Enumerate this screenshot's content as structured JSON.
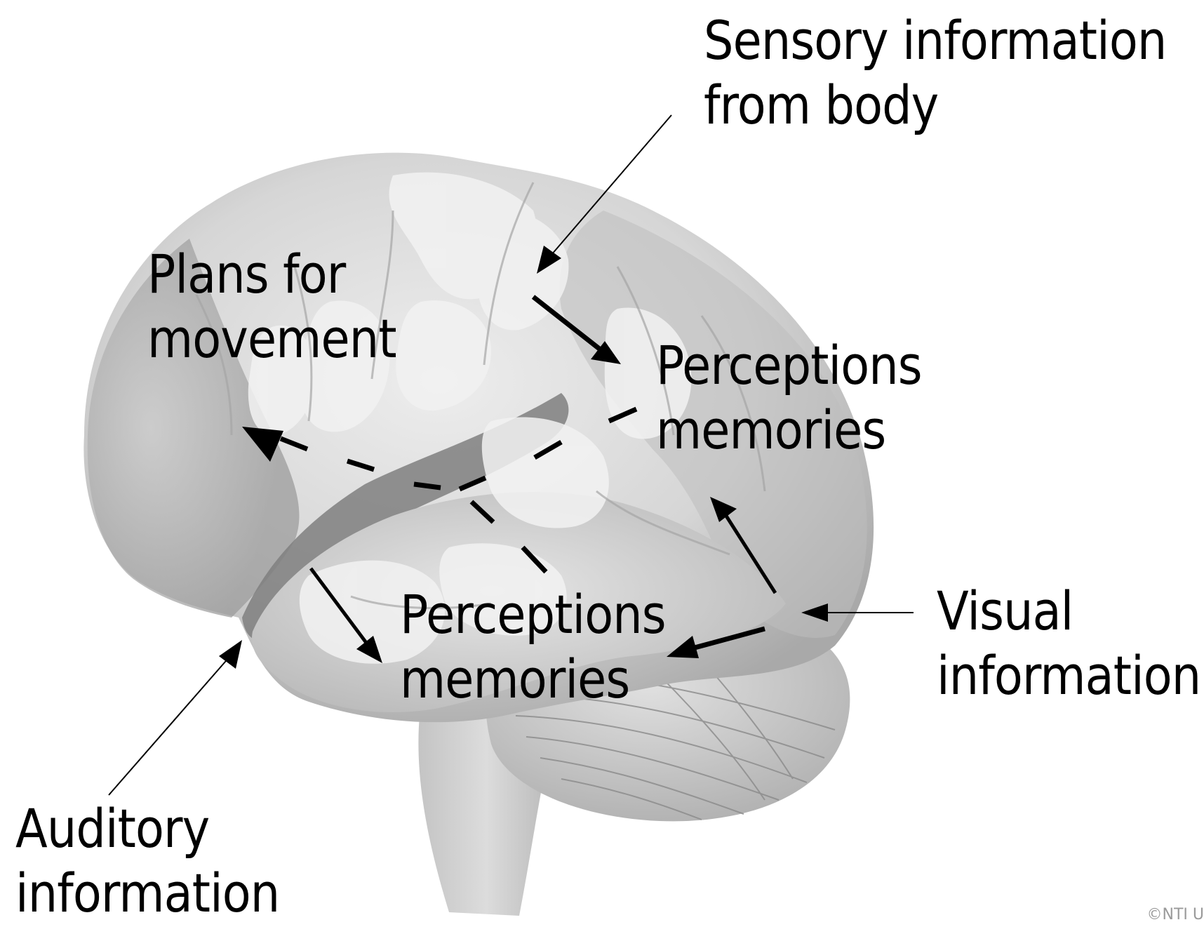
{
  "labels": {
    "sensory": {
      "line1": "Sensory information",
      "line2": "from body"
    },
    "plans": {
      "line1": "Plans for",
      "line2": "movement"
    },
    "perceptions_upper": {
      "line1": "Perceptions",
      "line2": "memories"
    },
    "perceptions_lower": {
      "line1": "Perceptions",
      "line2": "memories"
    },
    "visual": {
      "line1": "Visual",
      "line2": "information"
    },
    "auditory": {
      "line1": "Auditory",
      "line2": "information"
    }
  },
  "copyright": "©NTI U",
  "colors": {
    "background": "#ffffff",
    "arrow": "#000000",
    "brain_light": "#ececec",
    "brain_mid": "#c9c9c9",
    "brain_dark": "#8f8f8f"
  }
}
